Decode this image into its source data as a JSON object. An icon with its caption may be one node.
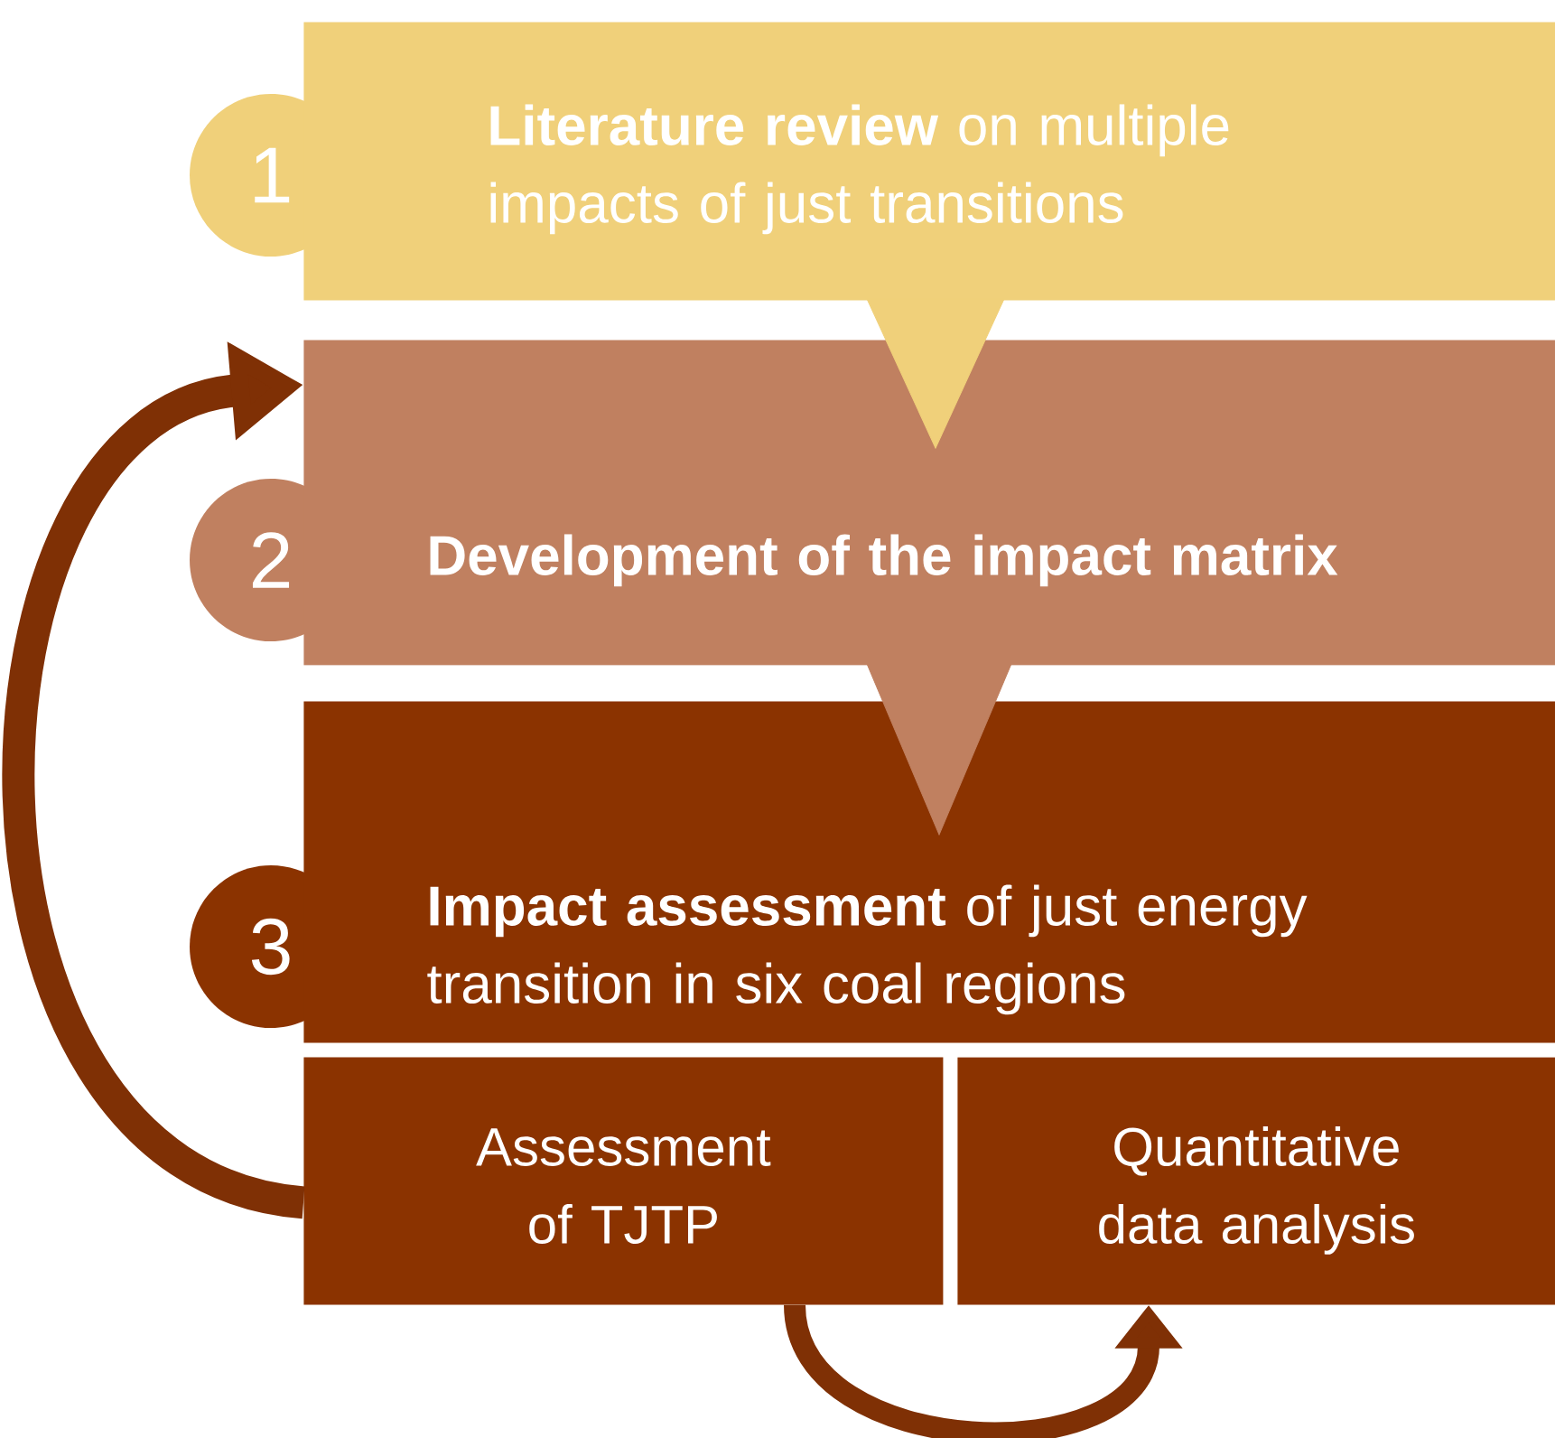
{
  "diagram": {
    "nodes": [
      {
        "text": [
          "1"
        ]
      },
      {
        "text": [
          "**Literature review** on multiple impacts of just transitions"
        ]
      },
      {
        "text": [
          "2"
        ]
      },
      {
        "text": [
          "Development of the impact matrix"
        ]
      },
      {
        "text": [
          "3"
        ]
      },
      {
        "text": [
          "**Impact assessment** of just energy transition in six coal regions"
        ]
      },
      {
        "text": [
          "Assessment of TJTP"
        ]
      },
      {
        "text": [
          "Quantitative data analysis"
        ]
      }
    ],
    "edges": [
      {
        "from": 1,
        "to": 3,
        "arrow": "to",
        "color": "#f0d07a"
      },
      {
        "from": 3,
        "to": 5,
        "arrow": "to",
        "color": "#c08060"
      },
      {
        "from": 6,
        "to": 3,
        "arrow": "to",
        "color": "#7f3005"
      },
      {
        "from": 6,
        "to": 7,
        "arrow": "to",
        "color": "#7f3005"
      }
    ]
  }
}
